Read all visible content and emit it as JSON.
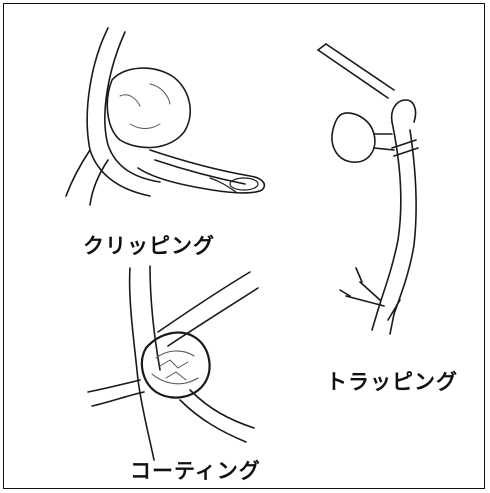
{
  "labels": {
    "clipping": "クリッピング",
    "trapping": "トラッピング",
    "coating": "コーティング"
  },
  "colors": {
    "line": "#1a1a1a",
    "shade": "#555555",
    "background": "#ffffff"
  }
}
